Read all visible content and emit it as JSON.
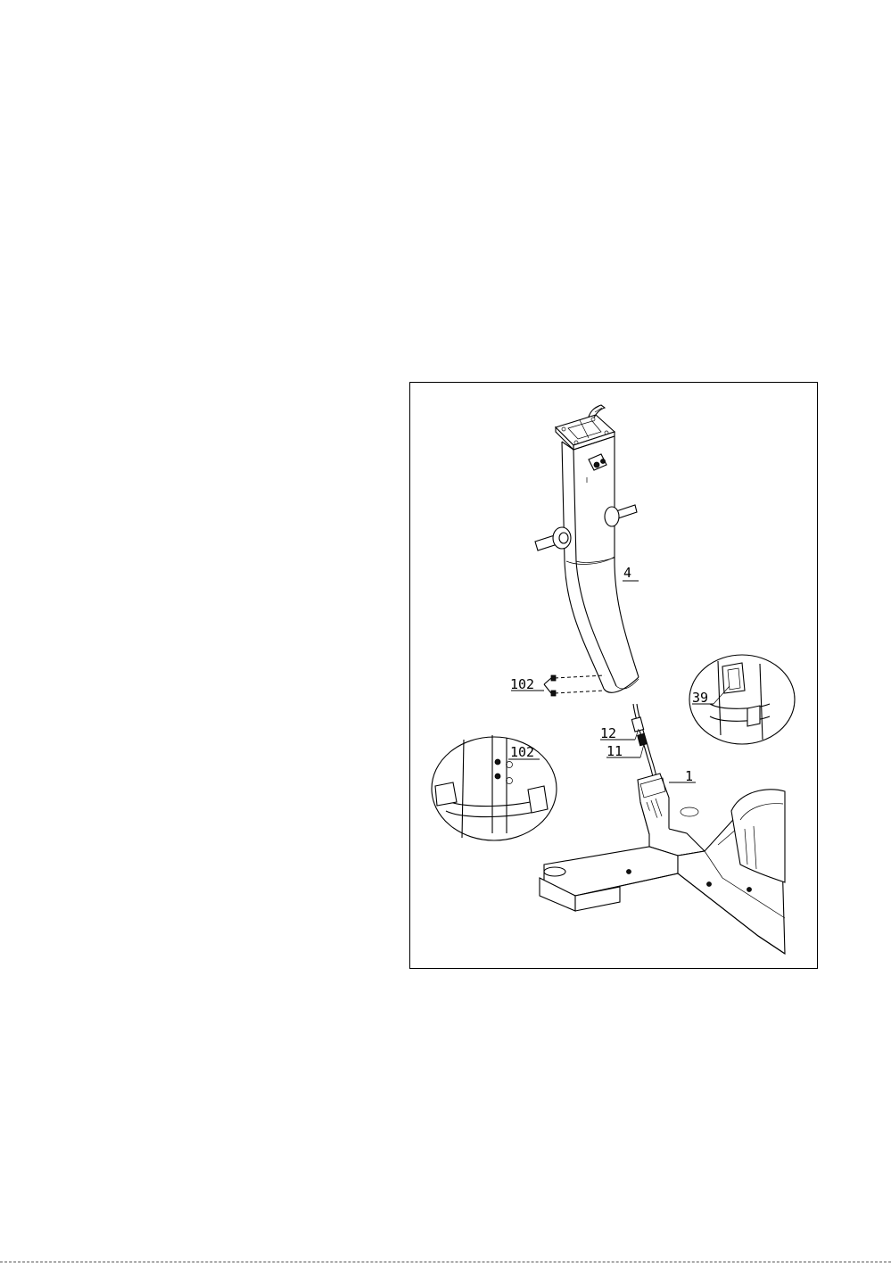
{
  "figure": {
    "callouts": [
      {
        "id": "part-4",
        "text": "4"
      },
      {
        "id": "part-102-main",
        "text": "102"
      },
      {
        "id": "part-12",
        "text": "12"
      },
      {
        "id": "part-11",
        "text": "11"
      },
      {
        "id": "part-1",
        "text": "1"
      },
      {
        "id": "part-39",
        "text": "39"
      },
      {
        "id": "part-102-detail",
        "text": "102"
      }
    ]
  }
}
